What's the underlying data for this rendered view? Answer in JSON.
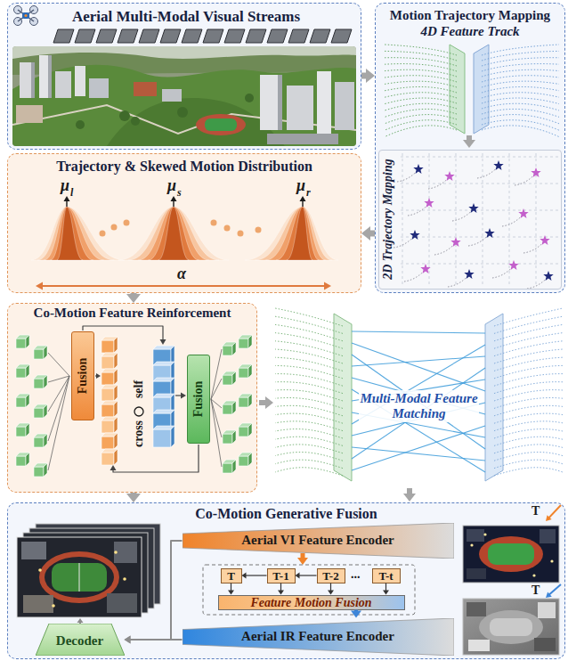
{
  "diagram": {
    "nodes": [
      {
        "text": [
          "Aerial Multi-Modal Visual Streams"
        ]
      },
      {
        "text": [
          "Motion Trajectory Mapping",
          "4D Feature Track"
        ]
      },
      {
        "text": [
          "2D Trajectory Mapping"
        ],
        "in": 1
      },
      {
        "text": [
          "Trajectory & Skewed Motion Distribution"
        ]
      },
      {
        "text": [
          "Co-Motion Feature Reinforcement"
        ]
      },
      {
        "text": [
          "Fusion"
        ],
        "in": 4
      },
      {
        "text": [
          "Fusion"
        ],
        "in": 4
      },
      {
        "text": [
          "Co-Motion Generative Fusion"
        ]
      },
      {
        "text": [
          "Aerial VI Feature Encoder"
        ],
        "in": 7
      },
      {
        "text": [
          "T"
        ],
        "in": 7
      },
      {
        "text": [
          "T-1"
        ],
        "in": 7
      },
      {
        "text": [
          "T-2"
        ],
        "in": 7
      },
      {
        "text": [
          "T-t"
        ],
        "in": 7
      },
      {
        "text": [
          "Feature Motion Fusion"
        ],
        "in": 7
      },
      {
        "text": [
          "Aerial IR Feature Encoder"
        ],
        "in": 7
      },
      {
        "text": [
          "Decoder"
        ],
        "in": 7
      }
    ],
    "edges": [
      {
        "from": 0,
        "to": 1,
        "arrow": "to"
      },
      {
        "from": 1,
        "to": 3,
        "arrow": "to"
      },
      {
        "from": 3,
        "to": 4,
        "arrow": "to"
      },
      {
        "from": 4,
        "to": 7,
        "arrow": "to"
      },
      {
        "from": 10,
        "to": 9,
        "arrow": "to"
      },
      {
        "from": 11,
        "to": 10,
        "arrow": "to"
      },
      {
        "from": 9,
        "to": 13,
        "arrow": "to"
      },
      {
        "from": 10,
        "to": 13,
        "arrow": "to"
      },
      {
        "from": 11,
        "to": 13,
        "arrow": "to"
      },
      {
        "from": 12,
        "to": 13,
        "arrow": "to"
      },
      {
        "from": 13,
        "to": 14,
        "arrow": "to"
      },
      {
        "from": 8,
        "to": 15,
        "arrow": "to"
      },
      {
        "from": 14,
        "to": 15,
        "arrow": "to"
      }
    ],
    "labels": [
      "μ",
      "l",
      "μ",
      "s",
      "μ",
      "r",
      "α",
      "cross",
      "self",
      "Multi-Modal Feature Matching",
      "...",
      "T",
      "T"
    ]
  }
}
